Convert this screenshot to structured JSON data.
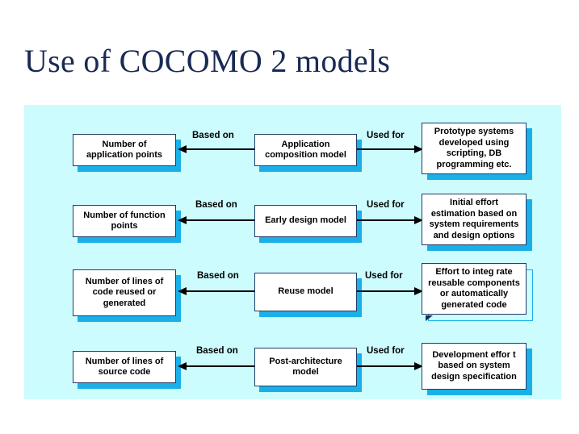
{
  "slide": {
    "title": "Use of COCOMO 2 models"
  },
  "colors": {
    "title_text": "#1a2a55",
    "panel_background": "#ccfcfd",
    "box_fill": "#ffffff",
    "box_border": "#243a66",
    "box_shadow": "#19b0e8",
    "connector": "#000000",
    "page_background": "#ffffff"
  },
  "diagram": {
    "edge_label_based_on": "Based on",
    "edge_label_used_for": "Used for",
    "rows": [
      {
        "metric": "Number of\napplication points",
        "metric_lines": [
          "Number of",
          "application points"
        ],
        "based_on_label": "Based on",
        "model": "Application\ncomposition model",
        "model_lines": [
          "Application",
          "composition model"
        ],
        "used_for_label": "Used for",
        "usage": "Prototype systems developed using scripting, DB programming etc.",
        "usage_lines": [
          "Prototype systems",
          "developed using",
          "scripting, DB",
          "programming etc."
        ],
        "usage_shadow_style": "solid"
      },
      {
        "metric": "Number of function\npoints",
        "metric_lines": [
          "Number of function",
          "points"
        ],
        "based_on_label": "Based on",
        "model": "Early design model",
        "model_lines": [
          "Early design model"
        ],
        "used_for_label": "Used for",
        "usage": "Initial effort estimation based on system requirements and design options",
        "usage_lines": [
          "Initial effort",
          "estimation based on",
          "system requirements",
          "and design options"
        ],
        "usage_shadow_style": "solid"
      },
      {
        "metric": "Number of lines of\ncode reused or\ngenerated",
        "metric_lines": [
          "Number of lines of",
          "code reused or",
          "generated"
        ],
        "based_on_label": "Based on",
        "model": "Reuse model",
        "model_lines": [
          "Reuse model"
        ],
        "used_for_label": "Used for",
        "usage": "Effort to integrate reusable components or automatically generated code",
        "usage_lines": [
          "Effort to integ rate",
          "reusable components",
          "or automatically",
          "generated code"
        ],
        "usage_shadow_style": "outline"
      },
      {
        "metric": "Number of lines of\nsource code",
        "metric_lines": [
          "Number of lines of",
          "source code"
        ],
        "based_on_label": "Based on",
        "model": "Post-architecture\nmodel",
        "model_lines": [
          "Post-architecture",
          "model"
        ],
        "used_for_label": "Used for",
        "usage": "Development effort based on system design specification",
        "usage_lines": [
          "Development effor t",
          "based on system",
          "design specification"
        ],
        "usage_shadow_style": "solid"
      }
    ]
  }
}
